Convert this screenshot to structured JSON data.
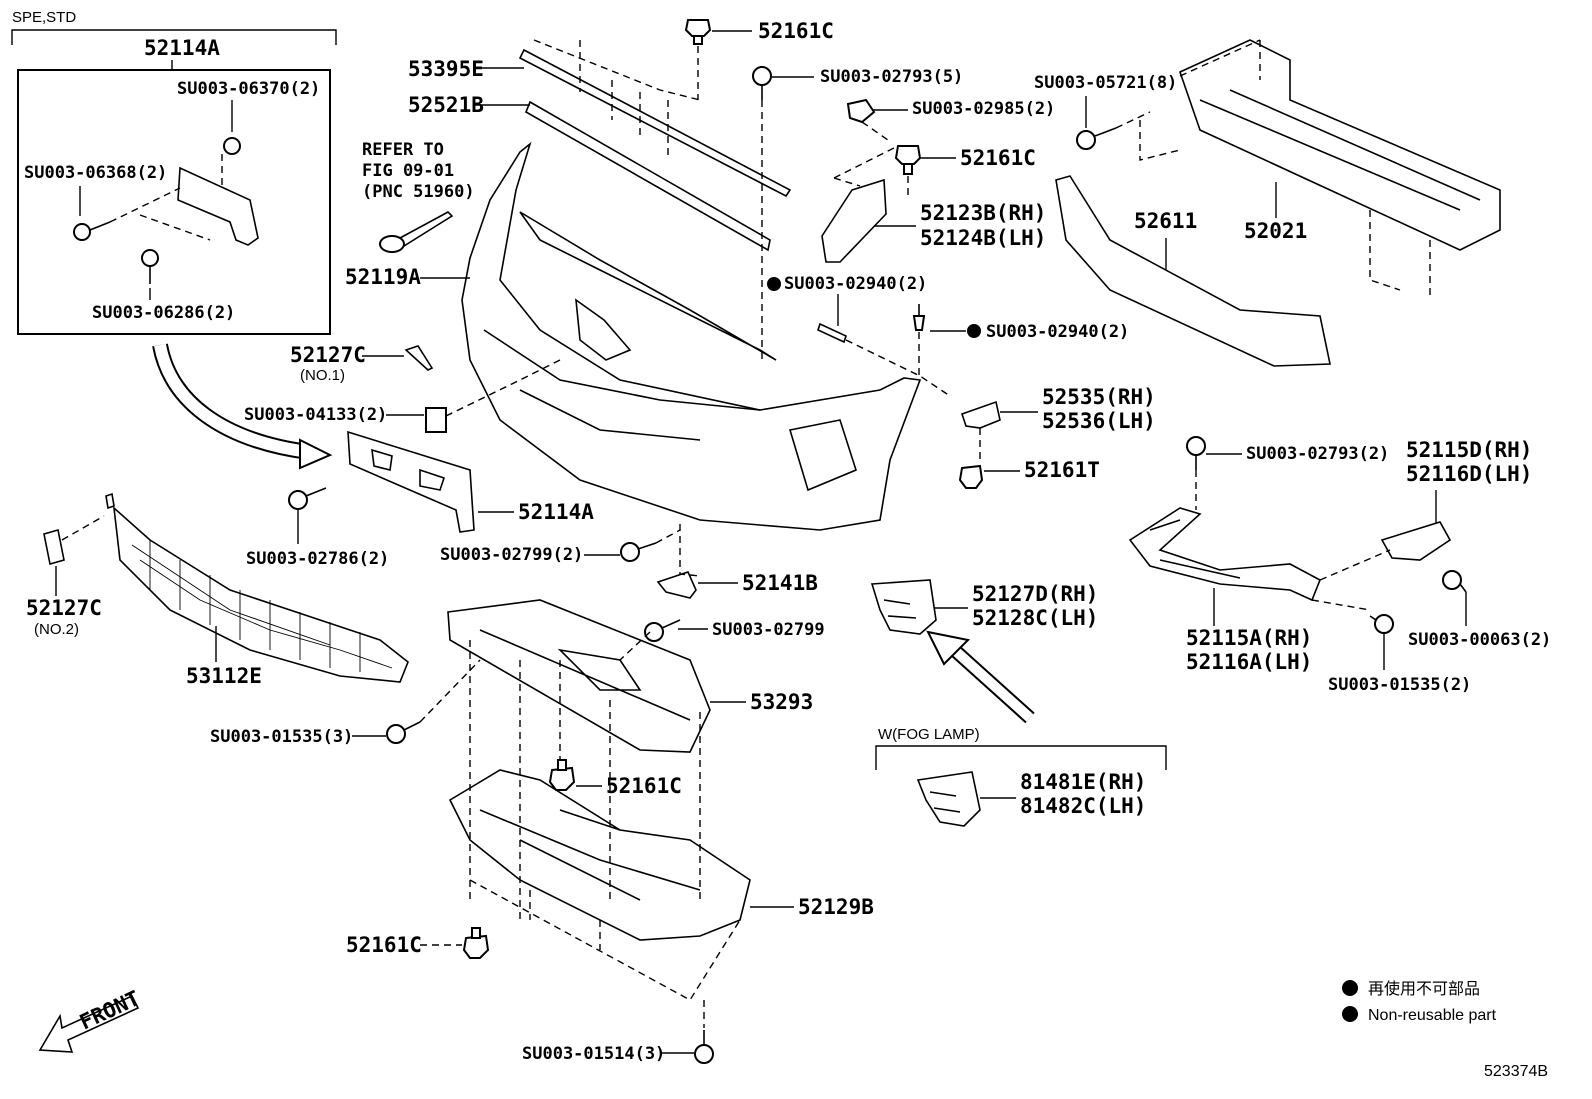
{
  "header": {
    "variant": "SPE,STD",
    "kit_part": "52114A"
  },
  "inset_parts": {
    "p1": "SU003-06370(2)",
    "p2": "SU003-06368(2)",
    "p3": "SU003-06286(2)"
  },
  "refer": {
    "line1": "REFER TO",
    "line2": "FIG 09-01",
    "line3": "(PNC 51960)"
  },
  "parts": {
    "p52161C_top": "52161C",
    "p53395E": "53395E",
    "p52521B": "52521B",
    "pSU02793_5": "SU003-02793(5)",
    "pSU02985": "SU003-02985(2)",
    "p52161C_mid": "52161C",
    "p52123B": "52123B(RH)",
    "p52124B": "52124B(LH)",
    "pSU05721": "SU003-05721(8)",
    "p52611": "52611",
    "p52021": "52021",
    "p52119A": "52119A",
    "pSU02940_a": "SU003-02940(2)",
    "pSU02940_b": "SU003-02940(2)",
    "p52127C_1": "52127C",
    "p52127C_1_note": "(NO.1)",
    "pSU04133": "SU003-04133(2)",
    "p52535": "52535(RH)",
    "p52536": "52536(LH)",
    "p52161T": "52161T",
    "p52114A": "52114A",
    "pSU02786": "SU003-02786(2)",
    "pSU02799_2": "SU003-02799(2)",
    "p52141B": "52141B",
    "pSU02799": "SU003-02799",
    "p52127C_2": "52127C",
    "p52127C_2_note": "(NO.2)",
    "p53112E": "53112E",
    "p53293": "53293",
    "pSU01535_3": "SU003-01535(3)",
    "p52161C_low": "52161C",
    "p52129B": "52129B",
    "p52161C_bot": "52161C",
    "pSU01514": "SU003-01514(3)",
    "pSU02793_2": "SU003-02793(2)",
    "p52115D": "52115D(RH)",
    "p52116D": "52116D(LH)",
    "p52115A": "52115A(RH)",
    "p52116A": "52116A(LH)",
    "pSU00063": "SU003-00063(2)",
    "pSU01535_2": "SU003-01535(2)",
    "p52127D": "52127D(RH)",
    "p52128C": "52128C(LH)",
    "p81481E": "81481E(RH)",
    "p81482C": "81482C(LH)"
  },
  "fog_group": "W(FOG LAMP)",
  "front_label": "FRONT",
  "legend": {
    "jp": "再使用不可部品",
    "en": "Non-reusable part"
  },
  "figure_id": "523374B"
}
